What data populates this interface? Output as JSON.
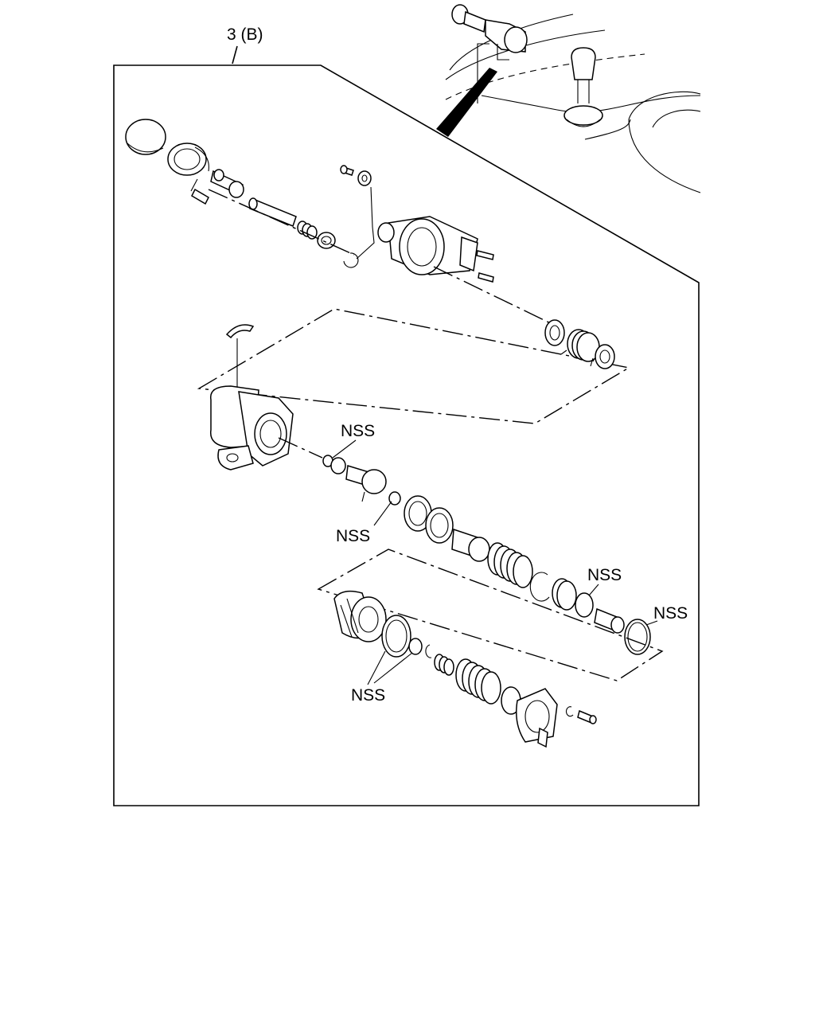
{
  "diagram": {
    "callout_label": "3 (B)",
    "annotation_label": "NSS",
    "nss_labels": [
      "NSS",
      "NSS",
      "NSS",
      "NSS",
      "NSS"
    ]
  }
}
